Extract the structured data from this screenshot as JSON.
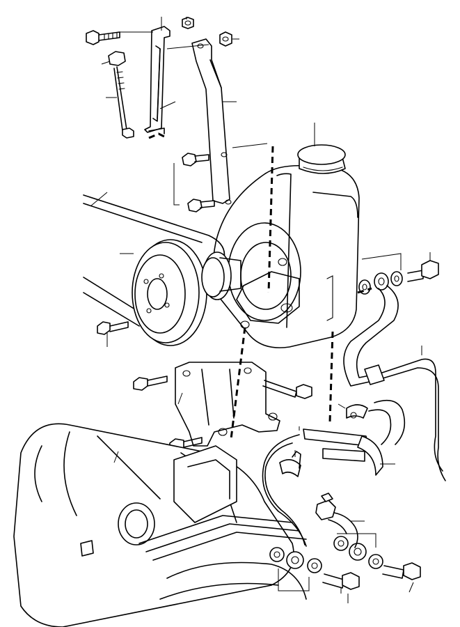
{
  "diagram": {
    "kind": "exploded parts diagram",
    "parts": [
      {
        "id": "bolt-top"
      },
      {
        "id": "nut-top"
      },
      {
        "id": "nut-right"
      },
      {
        "id": "adjuster-bolt"
      },
      {
        "id": "tension-link"
      },
      {
        "id": "support-bracket"
      },
      {
        "id": "bracket-bolts"
      },
      {
        "id": "reservoir-cap"
      },
      {
        "id": "pump-reservoir"
      },
      {
        "id": "drive-belt"
      },
      {
        "id": "pulley"
      },
      {
        "id": "pulley-bolt"
      },
      {
        "id": "mounting-bracket"
      },
      {
        "id": "bracket-bolt-left"
      },
      {
        "id": "bracket-bolt-right"
      },
      {
        "id": "bracket-bolt-lower"
      },
      {
        "id": "banjo-bolt-upper"
      },
      {
        "id": "sealing-washers-upper"
      },
      {
        "id": "pressure-hose"
      },
      {
        "id": "hose-clamp"
      },
      {
        "id": "return-hose"
      },
      {
        "id": "hose-clip"
      },
      {
        "id": "steering-gear"
      },
      {
        "id": "banjo-bolts-lower"
      },
      {
        "id": "sealing-washers-lower"
      },
      {
        "id": "pipe-union"
      }
    ]
  }
}
